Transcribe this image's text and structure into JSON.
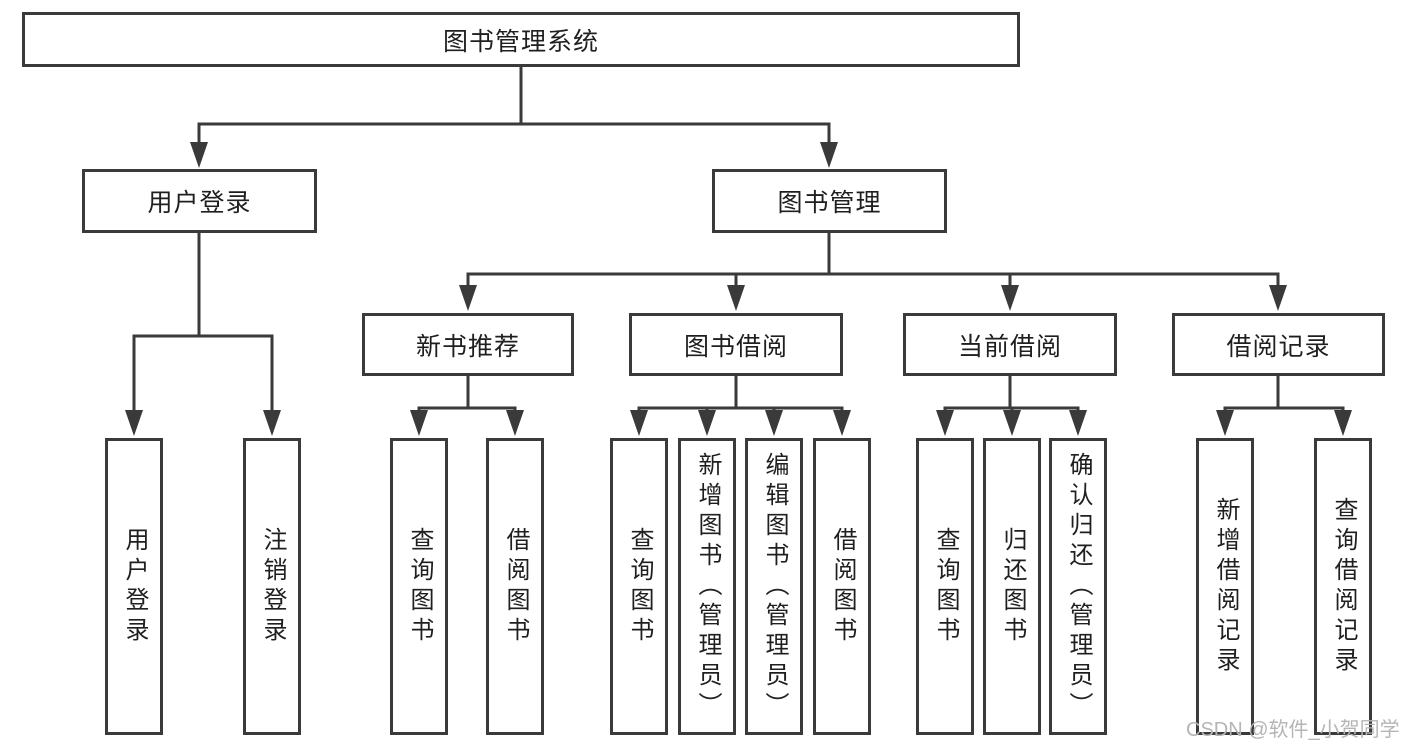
{
  "tree": {
    "root": {
      "label": "图书管理系统"
    },
    "branches": [
      {
        "label": "用户登录",
        "leaves": [
          "用户登录",
          "注销登录"
        ]
      },
      {
        "label": "图书管理",
        "groups": [
          {
            "label": "新书推荐",
            "leaves": [
              "查询图书",
              "借阅图书"
            ]
          },
          {
            "label": "图书借阅",
            "leaves": [
              "查询图书",
              "新增图书（管理员）",
              "编辑图书（管理员）",
              "借阅图书"
            ]
          },
          {
            "label": "当前借阅",
            "leaves": [
              "查询图书",
              "归还图书",
              "确认归还（管理员）"
            ]
          },
          {
            "label": "借阅记录",
            "leaves": [
              "新增借阅记录",
              "查询借阅记录"
            ]
          }
        ]
      }
    ]
  },
  "watermark": {
    "text": "CSDN @软件_小贺同学",
    "color": "#b5b5b5"
  },
  "colors": {
    "line": "#3a3a3a",
    "text": "#1f1f1f",
    "background": "#ffffff"
  }
}
